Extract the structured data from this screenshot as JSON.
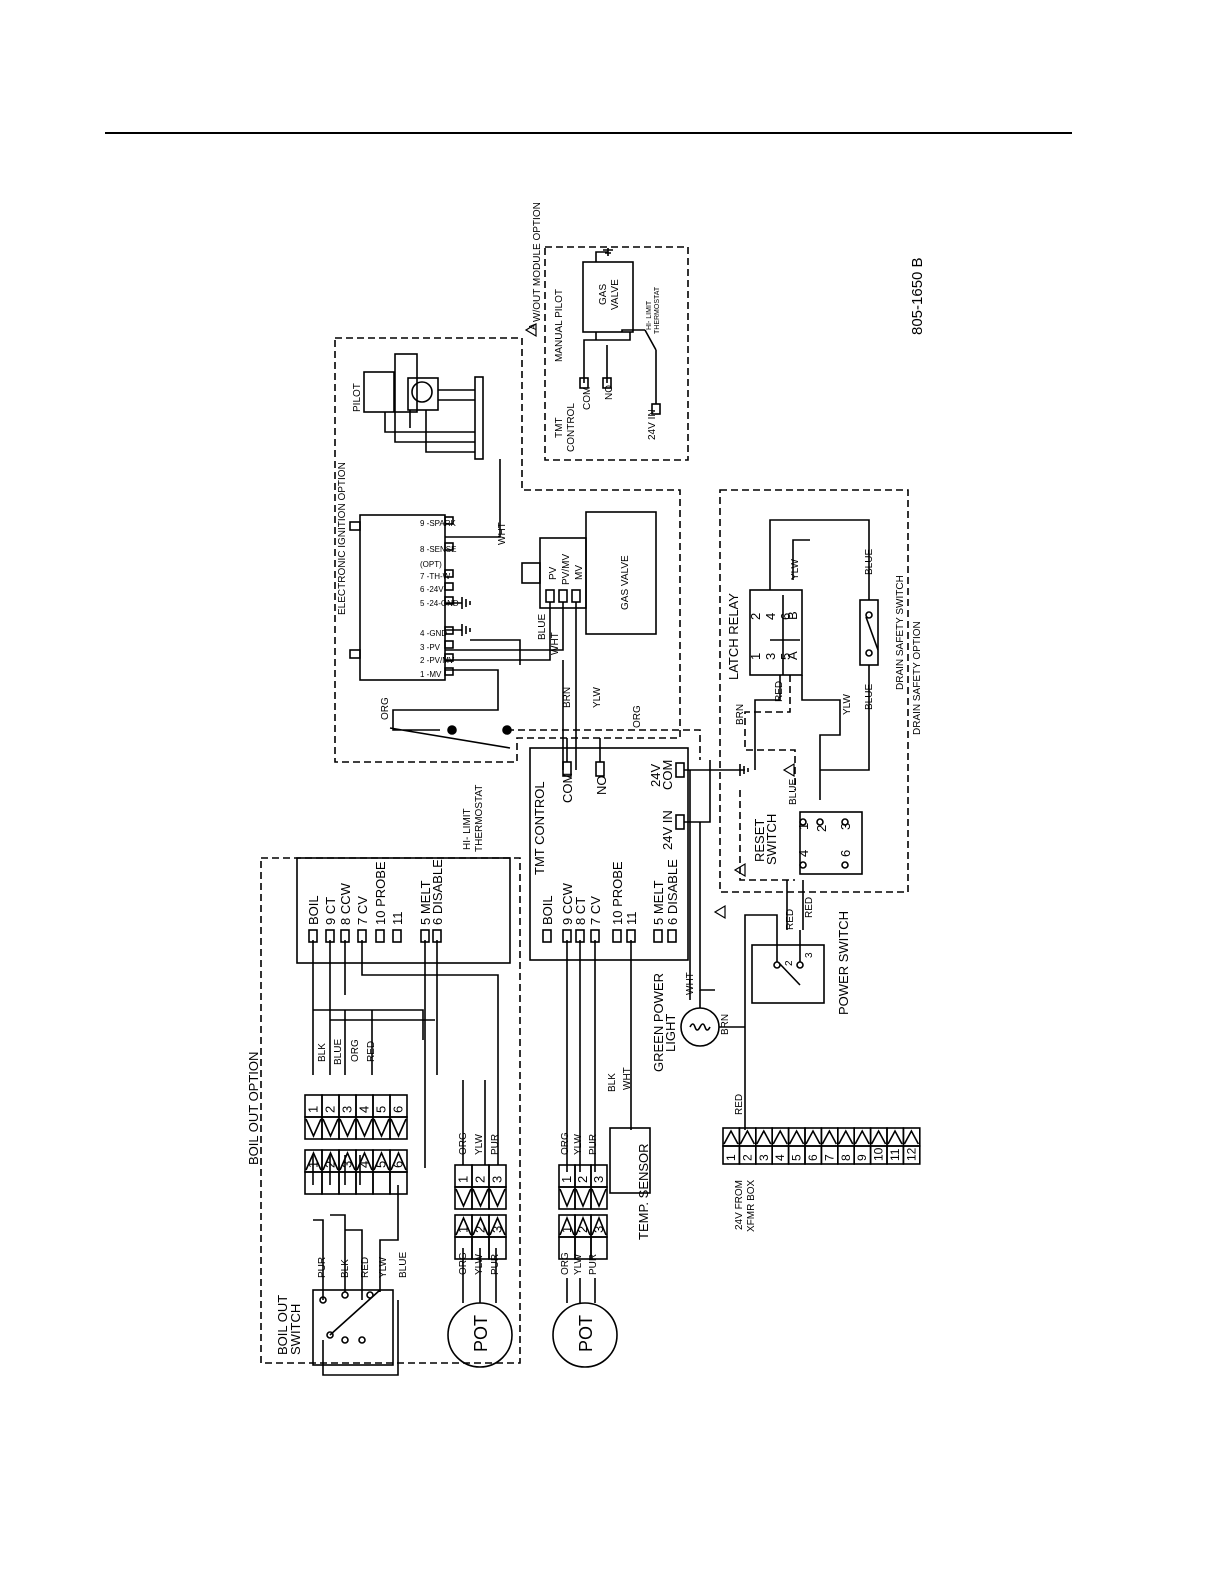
{
  "drawing_number": "805-1650 B",
  "option_boxes": {
    "manual_pilot": {
      "title": "W/OUT MODULE OPTION",
      "subtitle": "MANUAL PILOT"
    },
    "electronic_ignition": {
      "title": "ELECTRONIC IGNITION OPTION",
      "pilot": "PILOT"
    },
    "boil_out": {
      "title": "BOIL OUT OPTION"
    },
    "drain_safety": {
      "title": "DRAIN SAFETY OPTION"
    }
  },
  "manual_pilot": {
    "tmt_control_a": "TMT",
    "tmt_control_b": "CONTROL",
    "com": "COM",
    "no": "NO",
    "v24in": "24V IN",
    "gas_valve_a": "GAS",
    "gas_valve_b": "VALVE",
    "hi_limit_a": "HI- LIMIT",
    "hi_limit_b": "THERMOSTAT"
  },
  "ignition_module": {
    "terminals": [
      "1 -MV",
      "2 -PV/MV",
      "3 -PV",
      "4 -GND",
      "5 -24-GND",
      "6 -24V",
      "7 -TH-W",
      "(OPT)",
      "8 -SENSE",
      "9 -SPARK"
    ]
  },
  "gas_valve": {
    "label": "GAS VALVE",
    "terminals": [
      "PV",
      "PV/MV",
      "MV"
    ]
  },
  "hi_limit": {
    "a": "HI- LIMIT",
    "b": "THERMOSTAT"
  },
  "tmt_control": {
    "title": "TMT CONTROL",
    "com": "COM",
    "no": "NO",
    "com24a": "24V",
    "com24b": "COM",
    "in24": "24V IN",
    "terminals": [
      "BOIL",
      "9 CCW",
      "8 CT",
      "7 CV",
      "10 PROBE",
      "11",
      "5 MELT",
      "6 DISABLE"
    ]
  },
  "boil_out": {
    "terminals": [
      "BOIL",
      "9 CT",
      "8 CCW",
      "7 CV",
      "10 PROBE",
      "11",
      "5 MELT",
      "6 DISABLE"
    ],
    "switch_a": "BOIL OUT",
    "switch_b": "SWITCH",
    "pot": "POT",
    "connector_pins": [
      "1",
      "2",
      "3",
      "4",
      "5",
      "6"
    ],
    "pot_pins": [
      "1",
      "2",
      "3"
    ]
  },
  "latch_relay": {
    "label": "LATCH RELAY",
    "pins": [
      "1",
      "2",
      "3",
      "4",
      "5",
      "6",
      "A",
      "B"
    ]
  },
  "drain_safety_switch": "DRAIN SAFETY SWITCH",
  "reset_switch": {
    "a": "RESET",
    "b": "SWITCH",
    "pins": [
      "4",
      "1",
      "2",
      "6",
      "3"
    ]
  },
  "power_switch": {
    "label": "POWER SWITCH",
    "pins": [
      "2",
      "3"
    ]
  },
  "green_power_light": {
    "a": "GREEN POWER",
    "b": "LIGHT"
  },
  "temp_sensor": "TEMP. SENSOR",
  "pot": "POT",
  "xfmr": {
    "a": "24V FROM",
    "b": "XFMR BOX",
    "pins": [
      "1",
      "2",
      "3",
      "4",
      "5",
      "6",
      "7",
      "8",
      "9",
      "10",
      "11",
      "12"
    ]
  },
  "wire_colors": {
    "wht": "WHT",
    "blue": "BLUE",
    "brn": "BRN",
    "ylw": "YLW",
    "org": "ORG",
    "red": "RED",
    "blk": "BLK",
    "pur": "PUR"
  },
  "note_marker": "A"
}
